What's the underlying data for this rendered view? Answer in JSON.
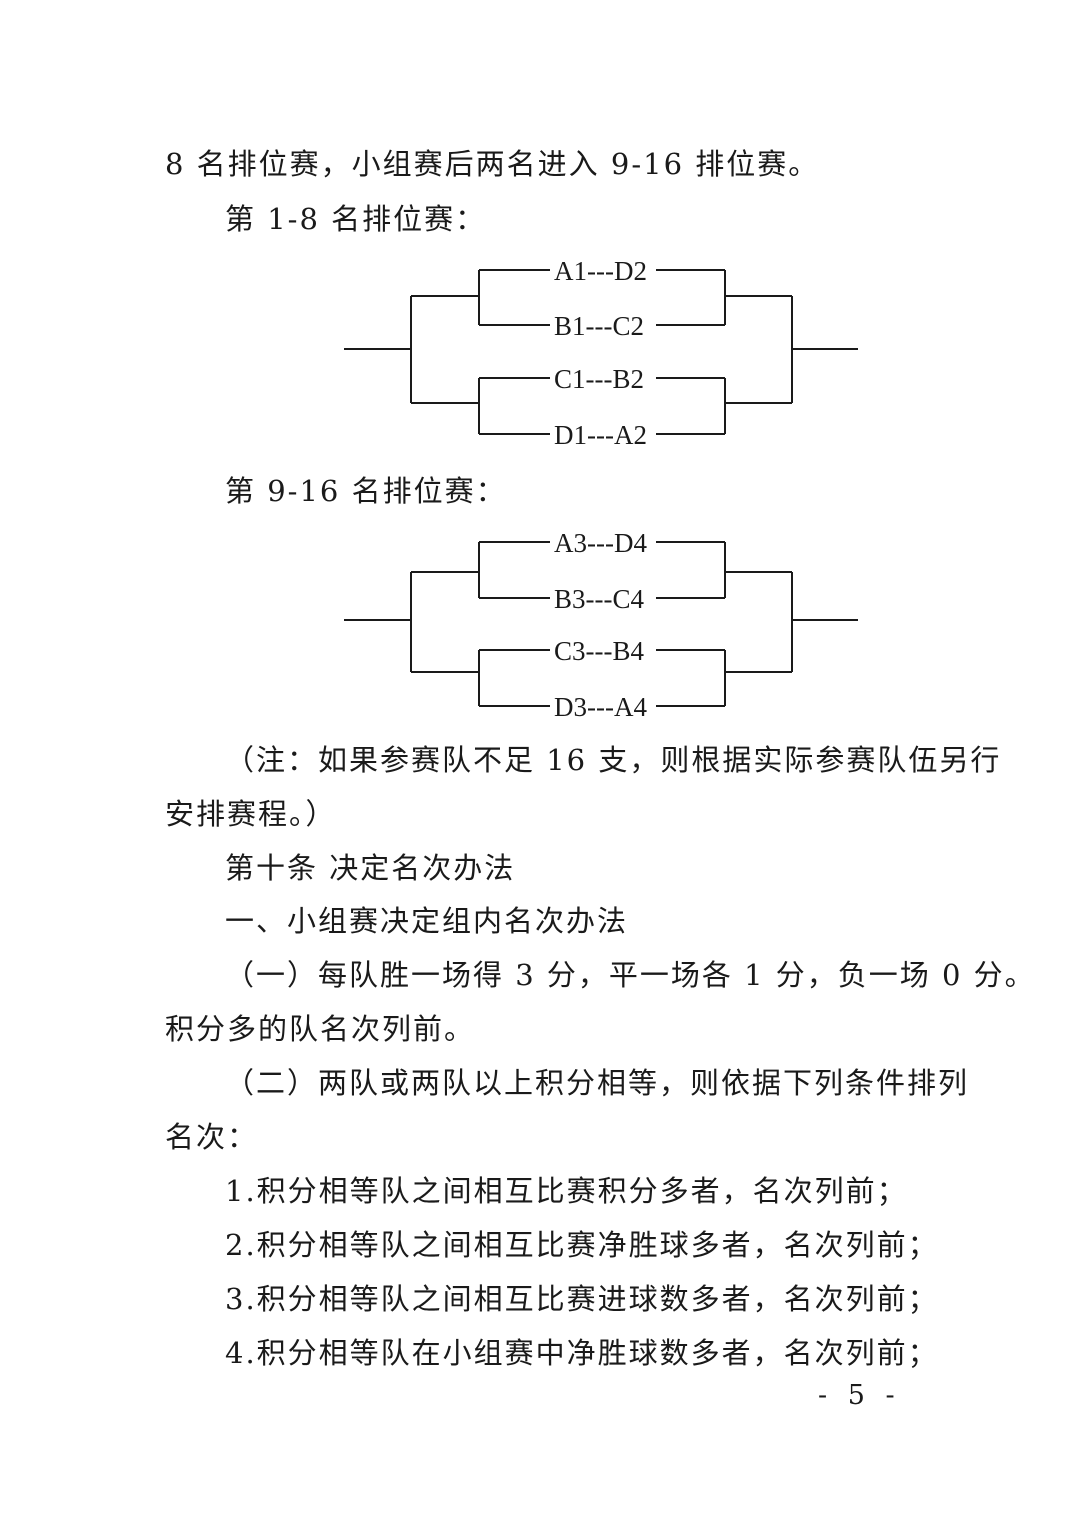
{
  "paragraphs": {
    "p1": "8 名排位赛，小组赛后两名进入 9-16 排位赛。",
    "h_top8_label": "第 1-8 名排位赛：",
    "h_9_16_label": "第 9-16 名排位赛：",
    "note_line1": "（注：如果参赛队不足 16 支，则根据实际参赛队伍另行",
    "note_line2": "安排赛程。）",
    "art10_title": "第十条  决定名次办法",
    "section1": "一、小组赛决定组内名次办法",
    "rule1_line1": "（一）每队胜一场得 3 分，平一场各 1 分，负一场 0 分。",
    "rule1_line2": "积分多的队名次列前。",
    "rule2_line1": "（二）两队或两队以上积分相等，则依据下列条件排列",
    "rule2_line2": "名次：",
    "item1": "1.积分相等队之间相互比赛积分多者，名次列前；",
    "item2": "2.积分相等队之间相互比赛净胜球多者，名次列前；",
    "item3": "3.积分相等队之间相互比赛进球数多者，名次列前；",
    "item4": "4.积分相等队在小组赛中净胜球数多者，名次列前；"
  },
  "bracket_top8": {
    "matches": [
      "A1---D2",
      "B1---C2",
      "C1---B2",
      "D1---A2"
    ]
  },
  "bracket_9_16": {
    "matches": [
      "A3---D4",
      "B3---C4",
      "C3---B4",
      "D3---A4"
    ]
  },
  "footer": {
    "page_number": "- 5 -"
  }
}
